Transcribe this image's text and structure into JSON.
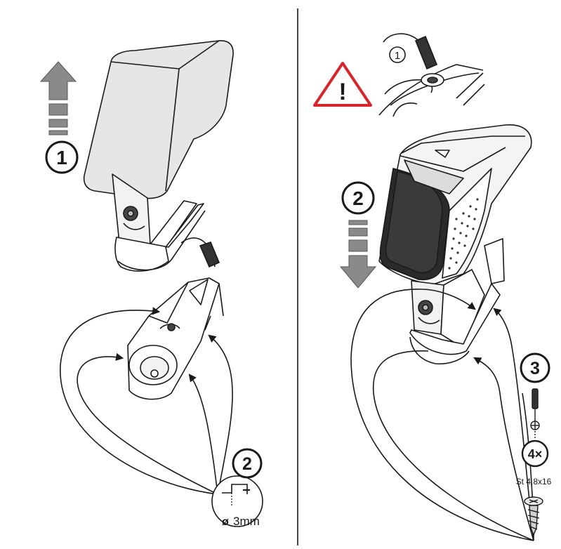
{
  "left_panel": {
    "step1": {
      "number": "1"
    },
    "step2": {
      "number": "2",
      "drill_diameter": "ø",
      "drill_size": "3mm"
    }
  },
  "right_panel": {
    "warning": {
      "icon": "warning-triangle-icon",
      "mark": "!",
      "connector_step": "1"
    },
    "step2": {
      "number": "2"
    },
    "step3": {
      "number": "3",
      "quantity": "4×",
      "screw_spec": "St 4,8x16"
    }
  },
  "colors": {
    "line": "#1a1a1a",
    "arrow_gray": "#8a8a8a",
    "armrest_fill": "#e6e6e6",
    "warning_red": "#d9242a"
  }
}
